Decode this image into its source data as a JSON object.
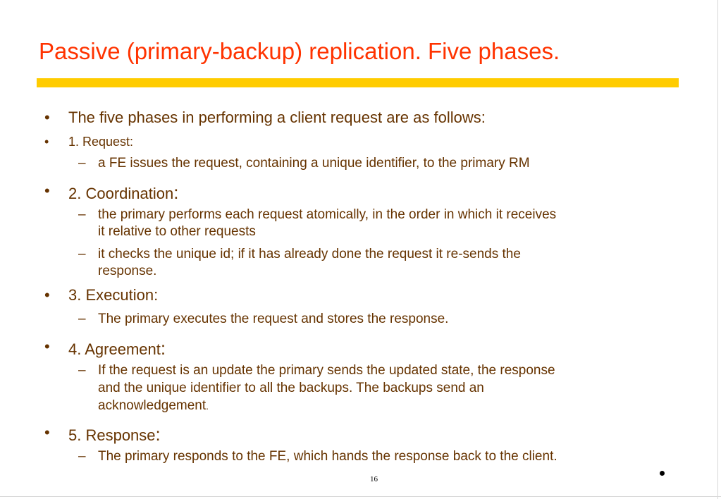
{
  "slide": {
    "title": "Passive (primary-backup) replication. Five phases.",
    "page_number": "16",
    "bullet_glyph": "•",
    "dash_glyph": "–",
    "items": [
      {
        "text": "The five phases in performing a client request are as follows:"
      },
      {
        "text": "1. Request:"
      },
      {
        "text": "a FE issues the request, containing a unique identifier, to the primary RM"
      },
      {
        "text": "2. Coordination",
        "colon": ":"
      },
      {
        "text": "the primary performs each request atomically, in the order in which it receives",
        "cont": "it relative to other requests"
      },
      {
        "text": "it checks the unique id; if it has already done the request it re-sends the",
        "cont": "response."
      },
      {
        "text": "3. Execution:"
      },
      {
        "text": "The primary executes the request and stores the response."
      },
      {
        "text": "4. Agreement",
        "colon": ":"
      },
      {
        "text": "If the request is an update the primary sends the updated state, the response",
        "cont": "and the unique identifier to all the backups. The backups send an",
        "cont2": "acknowledgement",
        "cont2_tail": "."
      },
      {
        "text": "5. Response",
        "colon": ":"
      },
      {
        "text": "The primary responds to the FE, which hands the response back to the client."
      }
    ]
  },
  "colors": {
    "title": "#ff3300",
    "rule": "#ffcc00",
    "body_text": "#663300"
  }
}
